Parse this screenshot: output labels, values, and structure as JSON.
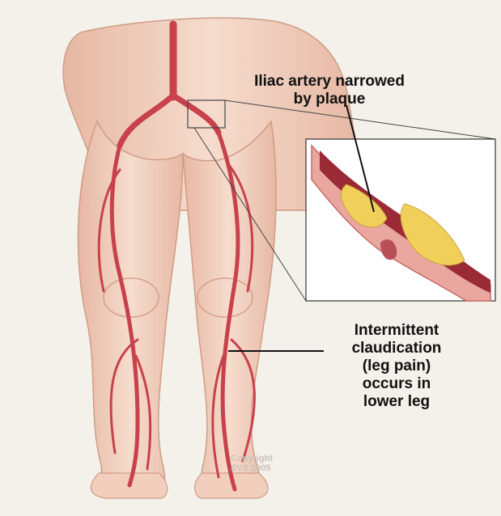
{
  "labels": {
    "iliac": [
      "Iliac artery narrowed",
      "by plaque"
    ],
    "claudication": [
      "Intermittent",
      "claudication",
      "(leg pain)",
      "occurs in",
      "lower leg"
    ]
  },
  "copyright": [
    "Copyright",
    "SVS 2005"
  ],
  "colors": {
    "background": "#f4f1ea",
    "skin": "#f2cfbd",
    "skin_shadow": "#dca993",
    "artery": "#c8414b",
    "plaque": "#f0cf5a",
    "vessel_wall": "#e9a79f",
    "lumen": "#9a2a35"
  },
  "icons": [
    "iliac-artery-illustration",
    "magnified-vessel-inset"
  ]
}
